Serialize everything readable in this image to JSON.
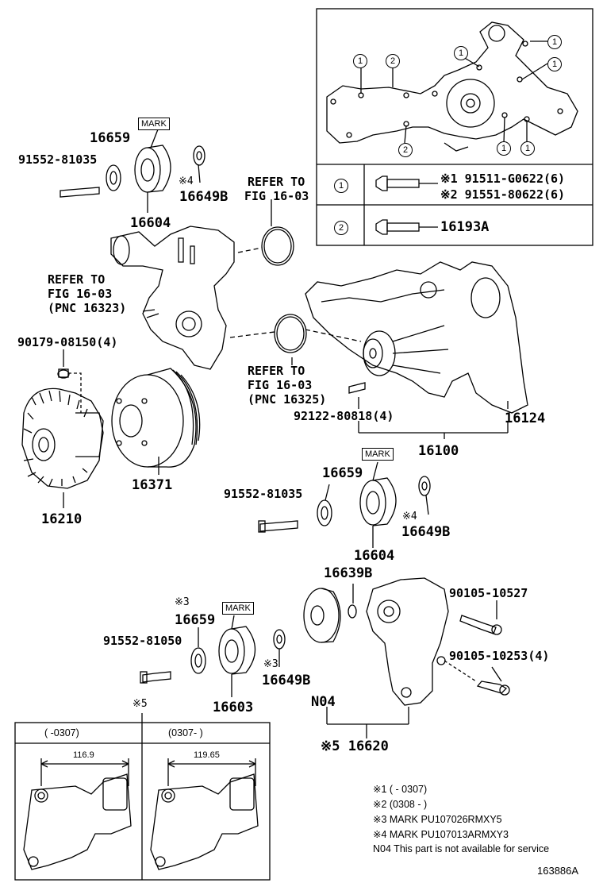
{
  "labels": {
    "p16659_top": "16659",
    "mark_top": "MARK",
    "p91552_81035_top": "91552-81035",
    "star4_top": "※4",
    "p16649b_top": "16649B",
    "p16604_top": "16604",
    "refer_to_1": "REFER TO",
    "fig_1": "FIG 16-03",
    "refer_to_2": "REFER TO",
    "fig_2": "FIG 16-03",
    "pnc_2": "(PNC 16323)",
    "p90179": "90179-08150(4)",
    "refer_to_3": "REFER TO",
    "fig_3": "FIG 16-03",
    "pnc_3": "(PNC 16325)",
    "p92122": "92122-80818(4)",
    "p16124": "16124",
    "p16100": "16100",
    "p16371": "16371",
    "p16210": "16210",
    "p16659_mid": "16659",
    "mark_mid": "MARK",
    "p91552_81035_mid": "91552-81035",
    "star4_mid": "※4",
    "p16649b_mid": "16649B",
    "p16604_mid": "16604",
    "p16639b": "16639B",
    "p90105_10527": "90105-10527",
    "p90105_10253": "90105-10253(4)",
    "star3_a": "※3",
    "p16659_low": "16659",
    "mark_low": "MARK",
    "p91552_81050": "91552-81050",
    "star3_b": "※3",
    "p16649b_low": "16649B",
    "p16603": "16603",
    "n04": "N04",
    "star5_a": "※5",
    "p16620": "※5 16620",
    "inset_gasket_1": "1",
    "inset_gasket_2": "2",
    "legend_1": "1",
    "legend_2": "2",
    "bolt_1a": "※1 91511-G0622(6)",
    "bolt_1b": "※2 91551-80622(6)",
    "bolt_2": "16193A",
    "tbl_col1": "(     -0307)",
    "tbl_col2": "(0307-      )",
    "dim_1": "116.9",
    "dim_2": "119.65"
  },
  "notes": [
    "※1 (      - 0307)",
    "※2 (0308 -      )",
    "※3 MARK PU107026RMXY5",
    "※4 MARK PU107013ARMXY3",
    "N04 This part is not available for service"
  ],
  "figure_id": "163886A"
}
